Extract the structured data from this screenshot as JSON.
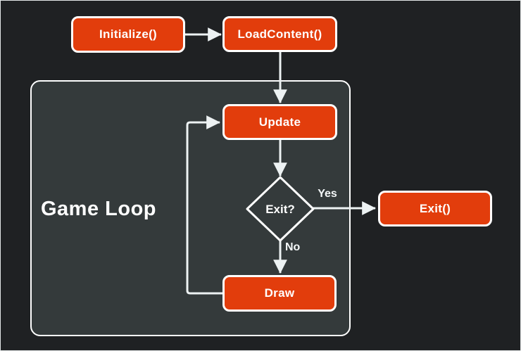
{
  "diagram": {
    "group_label": "Game Loop",
    "nodes": {
      "initialize": "Initialize()",
      "load_content": "LoadContent()",
      "update": "Update",
      "decision": "Exit?",
      "draw": "Draw",
      "exit": "Exit()"
    },
    "edge_labels": {
      "yes": "Yes",
      "no": "No"
    },
    "colors": {
      "background": "#1f2123",
      "group_fill": "#343a3b",
      "node_fill": "#e23d0c",
      "node_border": "#ffffff",
      "connector": "#edf2f3"
    }
  }
}
